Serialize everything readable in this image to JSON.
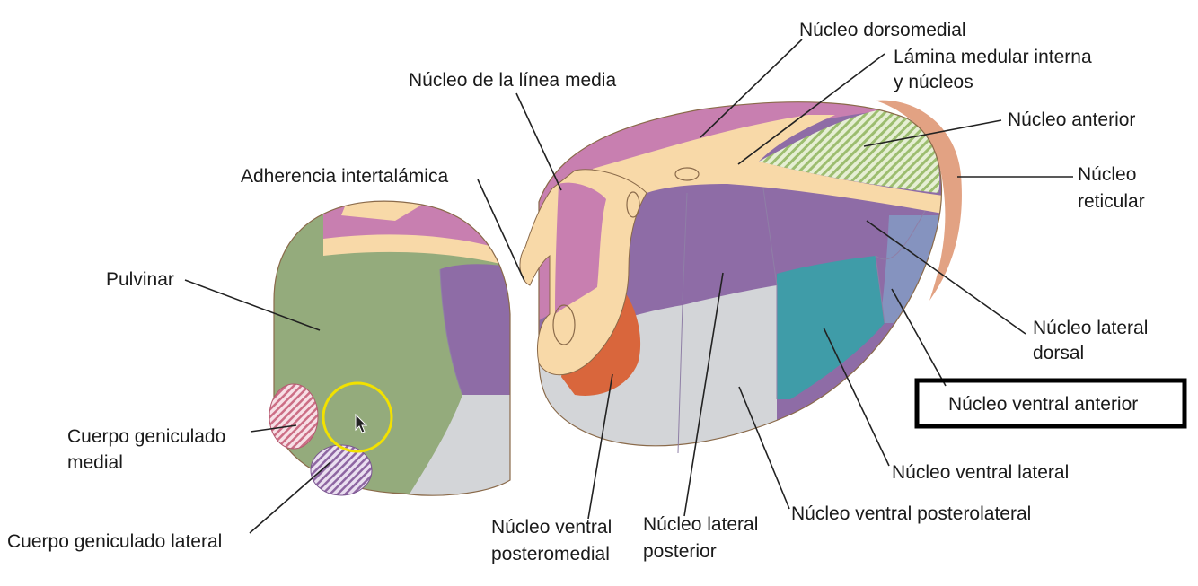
{
  "labels": {
    "nucleo_dorsomedial": "Núcleo dorsomedial",
    "lamina_medular_1": "Lámina medular interna",
    "lamina_medular_2": "y núcleos",
    "nucleo_linea_media": "Núcleo de la línea media",
    "nucleo_anterior": "Núcleo anterior",
    "adherencia": "Adherencia intertalámica",
    "nucleo_reticular_1": "Núcleo",
    "nucleo_reticular_2": "reticular",
    "pulvinar": "Pulvinar",
    "lateral_dorsal_1": "Núcleo lateral",
    "lateral_dorsal_2": "dorsal",
    "ventral_anterior": "Núcleo ventral anterior",
    "geniculado_medial_1": "Cuerpo geniculado",
    "geniculado_medial_2": "medial",
    "ventral_lateral": "Núcleo ventral lateral",
    "ventral_posterolateral": "Núcleo ventral posterolateral",
    "geniculado_lateral": "Cuerpo geniculado lateral",
    "vpm_1": "Núcleo ventral",
    "vpm_2": "posteromedial",
    "lp_1": "Núcleo lateral",
    "lp_2": "posterior"
  },
  "highlighted_label": "Núcleo ventral anterior",
  "colors": {
    "pulvinar": "#94ab7c",
    "medial_pink": "#c87fb0",
    "lateral_purple": "#8e6ca6",
    "lamina": "#f8d9a8",
    "ventral_grey": "#d3d5d8",
    "ventral_posterolateral_teal": "#3f9ca8",
    "ventral_anterior_blue": "#8593bf",
    "vpm_orange": "#d9663c",
    "reticular": "#e2a283",
    "anterior_hatch": "#b5d08d",
    "geniculado_medial_hatch": "#cc6e85",
    "geniculado_lateral_hatch": "#8e66a2",
    "cursor_circle": "#f2e100",
    "highlight_box": "#000000"
  },
  "cursor": {
    "icon": "arrow-cursor-icon"
  }
}
